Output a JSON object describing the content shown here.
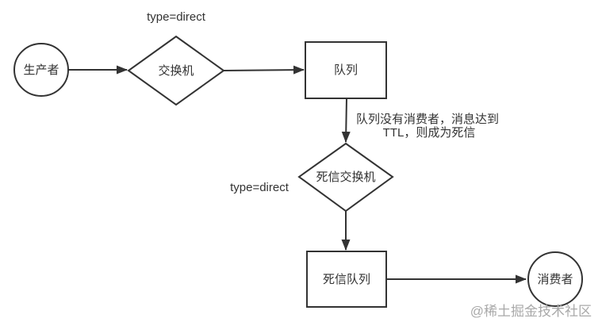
{
  "diagram": {
    "type": "flowchart",
    "background": "#ffffff",
    "stroke_color": "#333333",
    "text_color": "#333333",
    "nodes": {
      "producer": {
        "label": "生产者",
        "shape": "circle"
      },
      "exchange": {
        "label": "交换机",
        "shape": "diamond",
        "type_label": "type=direct"
      },
      "queue": {
        "label": "队列",
        "shape": "rect"
      },
      "dead_letter_exchange": {
        "label": "死信交换机",
        "shape": "diamond",
        "type_label": "type=direct"
      },
      "dead_letter_queue": {
        "label": "死信队列",
        "shape": "rect"
      },
      "consumer": {
        "label": "消费者",
        "shape": "circle"
      }
    },
    "edges": [
      {
        "from": "producer",
        "to": "exchange"
      },
      {
        "from": "exchange",
        "to": "queue"
      },
      {
        "from": "queue",
        "to": "dead_letter_exchange",
        "note": "队列没有消费者，消息达到 TTL，则成为死信"
      },
      {
        "from": "dead_letter_exchange",
        "to": "dead_letter_queue"
      },
      {
        "from": "dead_letter_queue",
        "to": "consumer"
      }
    ],
    "annotation": {
      "line1": "队列没有消费者，消息达到",
      "line2": "TTL，则成为死信"
    },
    "watermark": {
      "text": "@稀土掘金技术社区",
      "color": "#a9a9a9"
    }
  }
}
